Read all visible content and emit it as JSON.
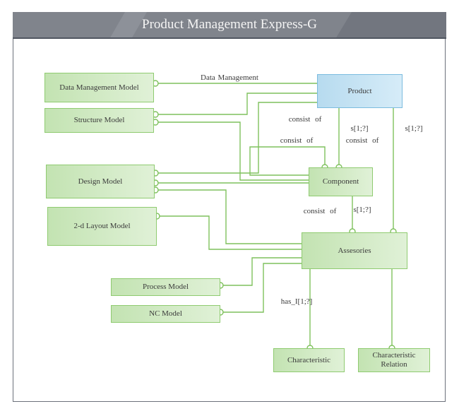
{
  "header": {
    "title": "Product Management Express-G"
  },
  "entities": {
    "data_management_model": "Data Management Model",
    "structure_model": "Structure Model",
    "design_model": "Design Model",
    "layout_model": "2-d Layout Model",
    "process_model": "Process Model",
    "nc_model": "NC Model",
    "product": "Product",
    "component": "Component",
    "assesories": "Assesories",
    "characteristic": "Characteristic",
    "characteristic_relation": "Characteristic Relation"
  },
  "relations": {
    "data_management": "Data Management",
    "consist_of_1": "consist of",
    "consist_of_2": "consist of",
    "consist_of_3": "consist of",
    "consist_of_4": "consist of",
    "set_1": "s[1;?]",
    "set_2": "s[1;?]",
    "set_3": "s[1;?]",
    "has_i": "has_I[1;?]"
  },
  "colors": {
    "header_bg": "#80848c",
    "entity_fill": "#c3e3b2",
    "entity_border": "#8fcb70",
    "product_fill": "#b7dbef",
    "wire": "#7fc15d"
  }
}
